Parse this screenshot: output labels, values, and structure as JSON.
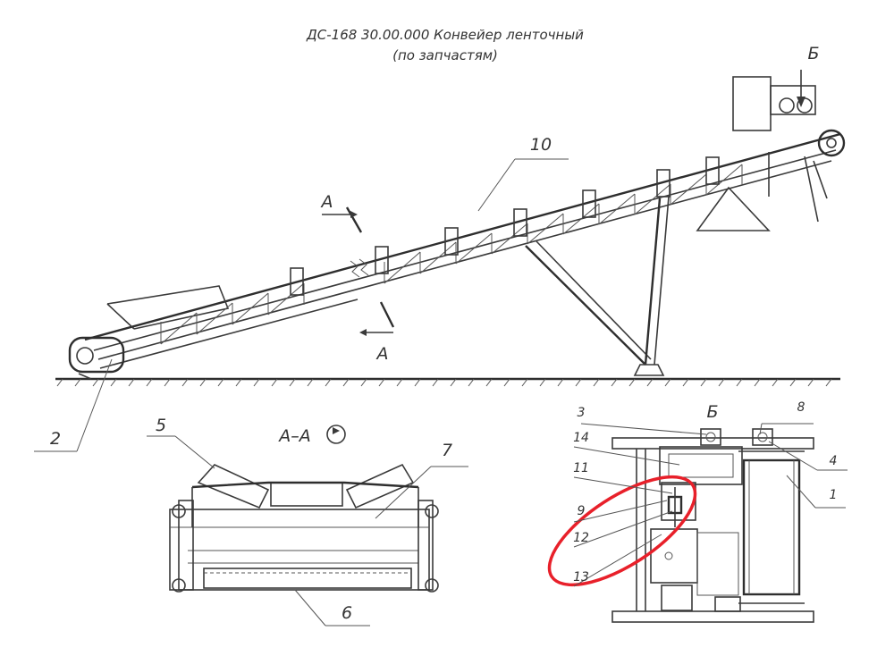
{
  "title": {
    "line1": "ДС-168 30.00.000 Конвейер ленточный",
    "line2": "(по запчастям)"
  },
  "main_view": {
    "callout_10": "10",
    "callout_2": "2",
    "section_mark_upper": "A",
    "section_mark_lower": "A",
    "view_mark_b": "Б"
  },
  "section_view": {
    "title": "A–A",
    "callout_5": "5",
    "callout_6": "6",
    "callout_7": "7"
  },
  "detail_view": {
    "title": "Б",
    "callouts": {
      "c1": "1",
      "c3": "3",
      "c4": "4",
      "c8": "8",
      "c9": "9",
      "c11": "11",
      "c12": "12",
      "c13": "13",
      "c14": "14"
    },
    "highlight_color": "#e8202a"
  }
}
